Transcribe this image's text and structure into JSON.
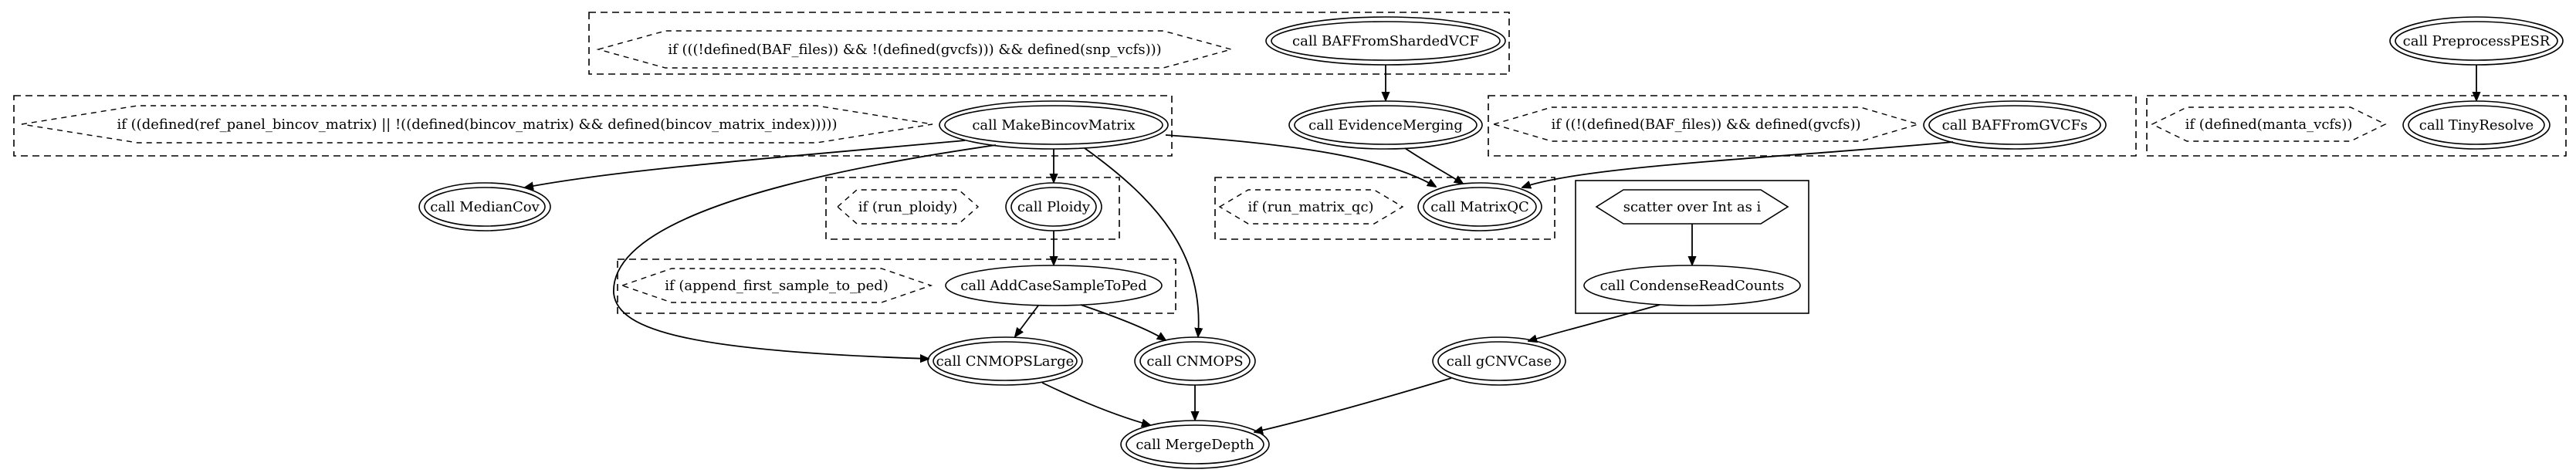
{
  "labels": {
    "cond_baf_sharded": "if (((!defined(BAF_files)) && !(defined(gvcfs))) && defined(snp_vcfs)))",
    "cond_bincov": "if ((defined(ref_panel_bincov_matrix) || !((defined(bincov_matrix) && defined(bincov_matrix_index)))))",
    "cond_baf_gvcfs": "if ((!(defined(BAF_files)) && defined(gvcfs))",
    "cond_manta": "if (defined(manta_vcfs))",
    "cond_ploidy": "if (run_ploidy)",
    "cond_matrix_qc": "if (run_matrix_qc)",
    "cond_append": "if (append_first_sample_to_ped)",
    "scatter": "scatter over Int as i",
    "call_baf_sharded": "call BAFFromShardedVCF",
    "call_evidence_merging": "call EvidenceMerging",
    "call_make_bincov": "call MakeBincovMatrix",
    "call_baf_gvcfs": "call BAFFromGVCFs",
    "call_preprocess_pesr": "call PreprocessPESR",
    "call_tiny_resolve": "call TinyResolve",
    "call_median_cov": "call MedianCov",
    "call_ploidy": "call Ploidy",
    "call_matrix_qc": "call MatrixQC",
    "call_condense": "call CondenseReadCounts",
    "call_add_case": "call AddCaseSampleToPed",
    "call_cnmops_large": "call CNMOPSLarge",
    "call_cnmops": "call CNMOPS",
    "call_gcnv_case": "call gCNVCase",
    "call_merge_depth": "call MergeDepth"
  }
}
